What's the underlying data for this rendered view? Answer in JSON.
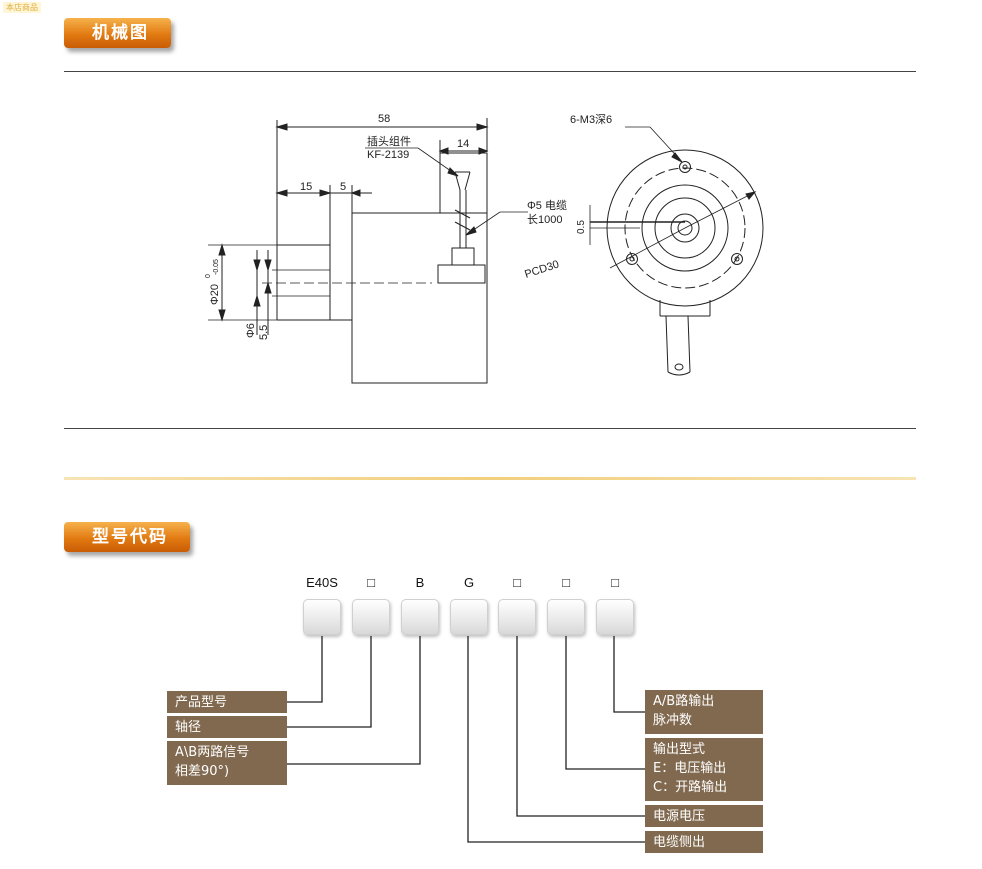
{
  "watermark": "本店商品",
  "sections": {
    "mechanical_title": "机械图",
    "model_title": "型号代码"
  },
  "drawing": {
    "dim_58": "58",
    "dim_14": "14",
    "dim_15": "15",
    "dim_5": "5",
    "plug_label_1": "插头组件",
    "plug_label_2": "KF-2139",
    "cable_label_1": "Φ5 电缆",
    "cable_label_2": "长1000",
    "dia20": "Φ20",
    "dia20_tol_top": "0",
    "dia20_tol_bottom": "-0.05",
    "dia6": "Φ6",
    "dim_5_5": "5.5",
    "screw_label": "6-M3深6",
    "dim_0_5": "0.5",
    "pcd_label": "PCD30"
  },
  "model_code": {
    "codes": [
      {
        "label": "E40S"
      },
      {
        "label": "□"
      },
      {
        "label": "B"
      },
      {
        "label": "G"
      },
      {
        "label": "□"
      },
      {
        "label": "□"
      },
      {
        "label": "□"
      }
    ],
    "left_cards": [
      {
        "line1": "产品型号",
        "line2": ""
      },
      {
        "line1": "轴径",
        "line2": ""
      },
      {
        "line1": "A\\B两路信号",
        "line2": "相差90°)"
      }
    ],
    "right_cards": [
      {
        "line1": "A/B路输出",
        "line2": "脉冲数",
        "line3": ""
      },
      {
        "line1": "输出型式",
        "line2": "E：电压输出",
        "line3": "C：开路输出"
      },
      {
        "line1": "电源电压",
        "line2": "",
        "line3": ""
      },
      {
        "line1": "电缆侧出",
        "line2": "",
        "line3": ""
      }
    ]
  }
}
